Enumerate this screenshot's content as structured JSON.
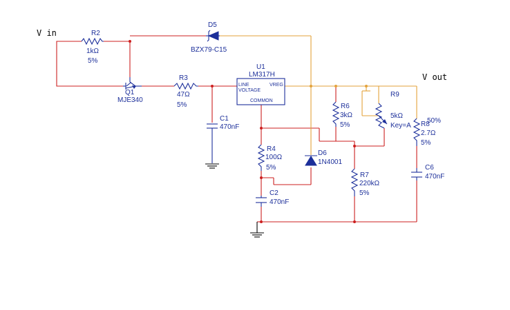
{
  "terminals": {
    "vin": "V in",
    "vout": "V out"
  },
  "components": {
    "r2": {
      "ref": "R2",
      "value": "1kΩ",
      "tol": "5%"
    },
    "d5": {
      "ref": "D5",
      "value": "BZX79-C15"
    },
    "q1": {
      "ref": "Q1",
      "value": "MJE340"
    },
    "r3": {
      "ref": "R3",
      "value": "47Ω",
      "tol": "5%"
    },
    "u1": {
      "ref": "U1",
      "value": "LM317H",
      "pin_line": "LINE",
      "pin_voltage": "VOLTAGE",
      "pin_vreg": "VREG",
      "pin_common": "COMMON"
    },
    "c1": {
      "ref": "C1",
      "value": "470nF"
    },
    "r6": {
      "ref": "R6",
      "value": "3kΩ",
      "tol": "5%"
    },
    "r9": {
      "ref": "R9",
      "value": "5kΩ",
      "key": "Key=A",
      "percent": "50%"
    },
    "r8": {
      "ref": "R8",
      "value": "2.7Ω",
      "tol": "5%"
    },
    "r4": {
      "ref": "R4",
      "value": "100Ω",
      "tol": "5%"
    },
    "d6": {
      "ref": "D6",
      "value": "1N4001"
    },
    "r7": {
      "ref": "R7",
      "value": "220kΩ",
      "tol": "5%"
    },
    "c2": {
      "ref": "C2",
      "value": "470nF"
    },
    "c6": {
      "ref": "C6",
      "value": "470nF"
    }
  },
  "colors": {
    "wire_red": "#cc1f1f",
    "wire_orange": "#e3a23a",
    "component": "#1c2f9a",
    "ground": "#000000"
  }
}
